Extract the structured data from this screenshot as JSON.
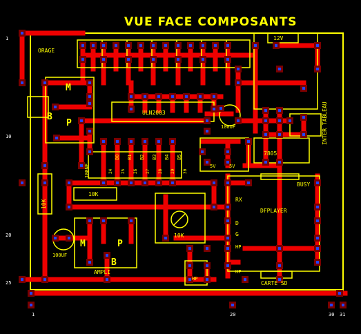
{
  "title": "VUE FACE COMPOSANTS",
  "colors": {
    "background": "#000000",
    "silk": "#ffff00",
    "track": "#ee0000",
    "pad": "#7a0000",
    "via": "#2244ff"
  },
  "labels": {
    "orage": "ORAGE",
    "v12": "12V",
    "uln": "ULN2003",
    "cap100uf": "100UF",
    "cap100nf": "100NF",
    "inter": "INTER TABLEAU",
    "reg": "7805",
    "v5a": "5V",
    "v5b": "5V",
    "b0": "B0",
    "b1": "B1",
    "b2": "B2",
    "b3": "B3",
    "b4": "B4",
    "b5": "B5",
    "p0": "24",
    "p1": "25",
    "p2": "26",
    "p3": "27",
    "p4": "28",
    "p5": "29",
    "p6": "30",
    "busy": "BUSY",
    "rx": "RX",
    "dfplayer": "DFPLAYER",
    "d": "D",
    "g": "G",
    "hp1": "HP",
    "hp2": "HP",
    "hp3": "HP",
    "r10k_h": "10K",
    "r10k_v": "10K",
    "pot": "10K",
    "cap100uf2": "100UF",
    "m1": "M",
    "p1l": "P",
    "m2": "M",
    "p2l": "P",
    "b_top": "B",
    "b_bot": "B",
    "ampli": "AMPLI",
    "carte": "CARTE SD",
    "r1": "1",
    "r10": "10",
    "r20": "20",
    "r25": "25",
    "c1": "1",
    "c20": "20",
    "c30": "30",
    "c31": "31"
  }
}
